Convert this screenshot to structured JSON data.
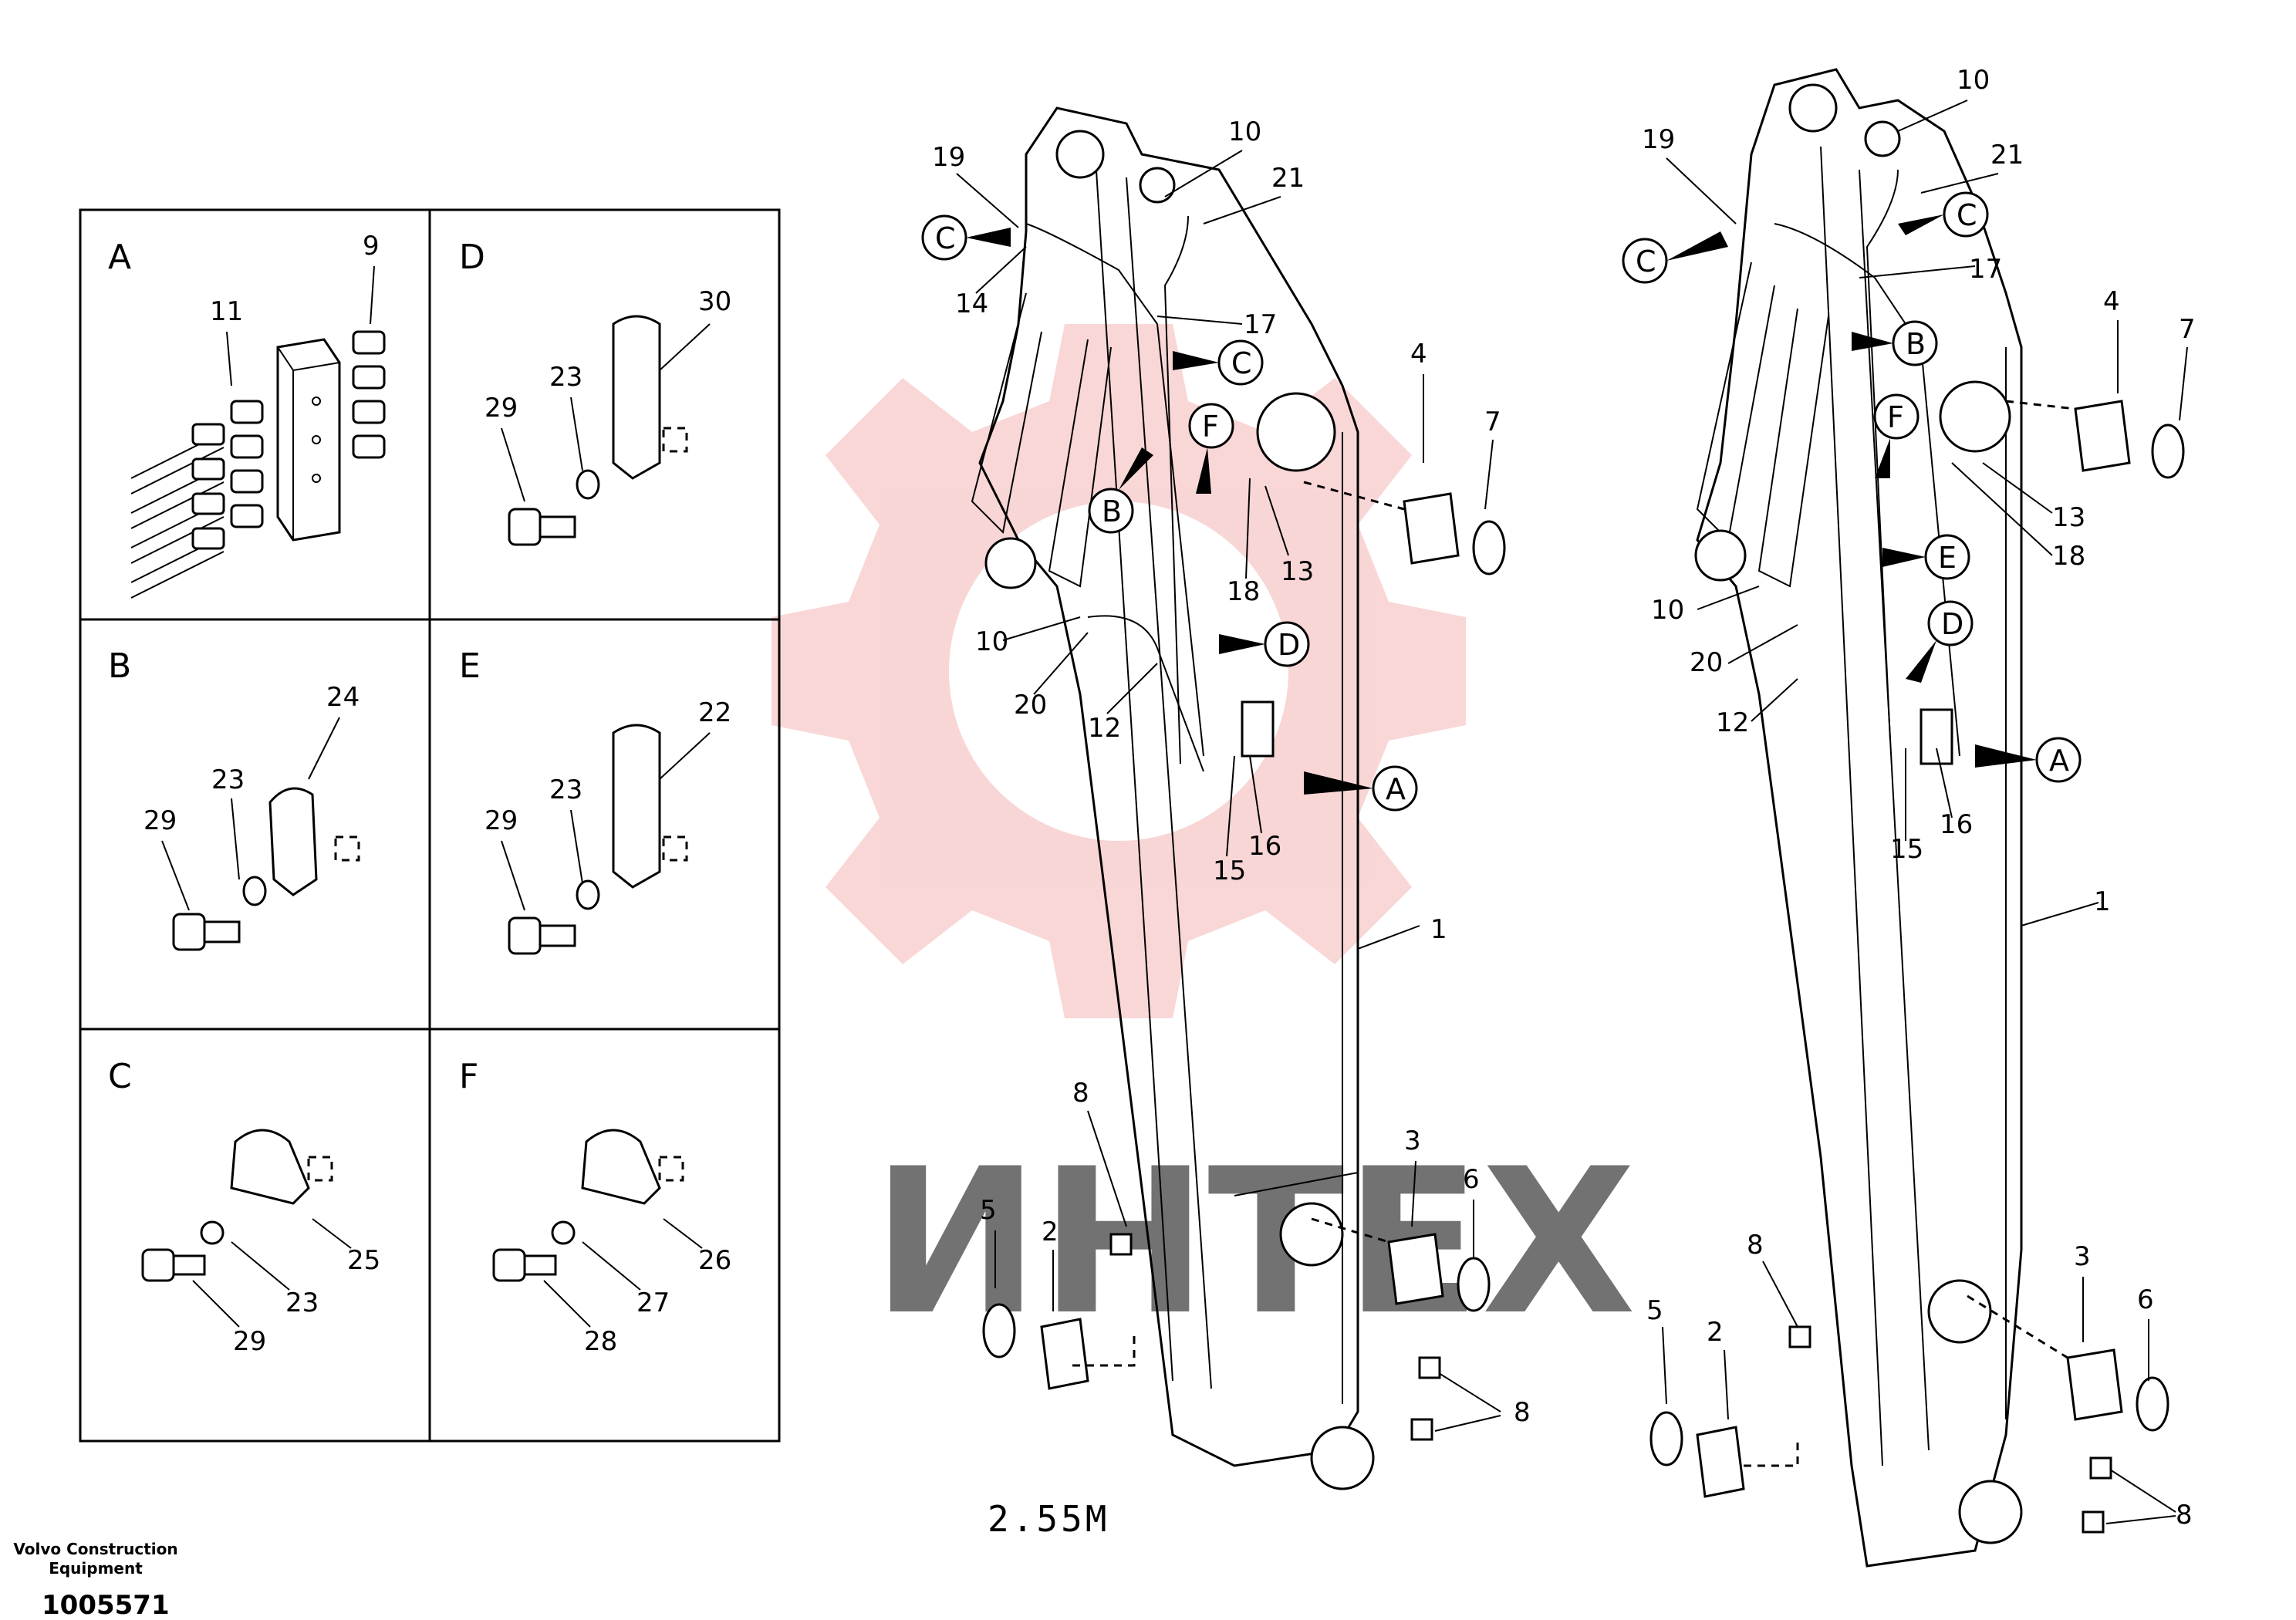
{
  "panels": [
    {
      "letter": "A",
      "labels": [
        "11",
        "9"
      ]
    },
    {
      "letter": "D",
      "labels": [
        "29",
        "23",
        "30"
      ]
    },
    {
      "letter": "B",
      "labels": [
        "29",
        "23",
        "24"
      ]
    },
    {
      "letter": "E",
      "labels": [
        "29",
        "23",
        "22"
      ]
    },
    {
      "letter": "C",
      "labels": [
        "29",
        "23",
        "25"
      ]
    },
    {
      "letter": "F",
      "labels": [
        "28",
        "27",
        "26"
      ]
    }
  ],
  "left_boom": {
    "part_labels": [
      "19",
      "10",
      "21",
      "14",
      "17",
      "4",
      "7",
      "13",
      "18",
      "10",
      "20",
      "12",
      "15",
      "16",
      "1",
      "8",
      "5",
      "2",
      "3",
      "6",
      "8"
    ],
    "callouts": [
      "C",
      "C",
      "F",
      "B",
      "D",
      "A"
    ],
    "scale_label": "2.55M"
  },
  "right_boom": {
    "part_labels": [
      "10",
      "19",
      "21",
      "17",
      "4",
      "7",
      "13",
      "18",
      "10",
      "20",
      "12",
      "15",
      "16",
      "1",
      "8",
      "5",
      "2",
      "3",
      "6",
      "8"
    ],
    "callouts": [
      "C",
      "C",
      "B",
      "F",
      "E",
      "D",
      "A"
    ]
  },
  "footer": {
    "company_line1": "Volvo Construction",
    "company_line2": "Equipment",
    "document_number": "1005571"
  },
  "watermark": {
    "text": "ИНТЕХ",
    "color": "#f4b6b6"
  }
}
